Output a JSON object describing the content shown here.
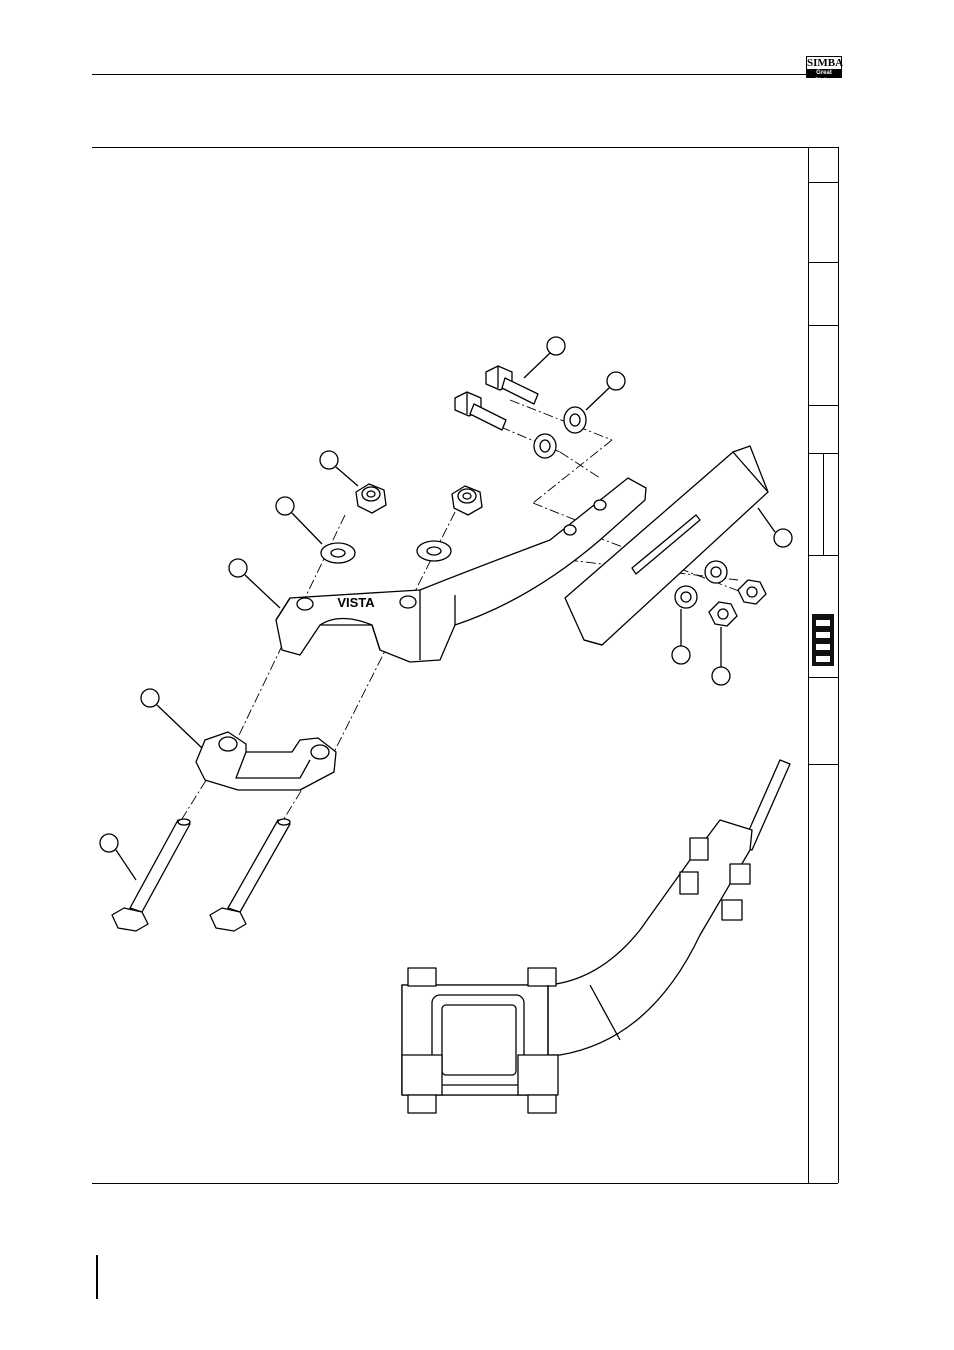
{
  "header": {
    "logo": {
      "word": "SIMBA",
      "sub": "Great Plains"
    }
  },
  "figure": {
    "part_label_text": "VISTA",
    "callouts": [
      "",
      "",
      "",
      "",
      "",
      "",
      "",
      "",
      ""
    ]
  }
}
